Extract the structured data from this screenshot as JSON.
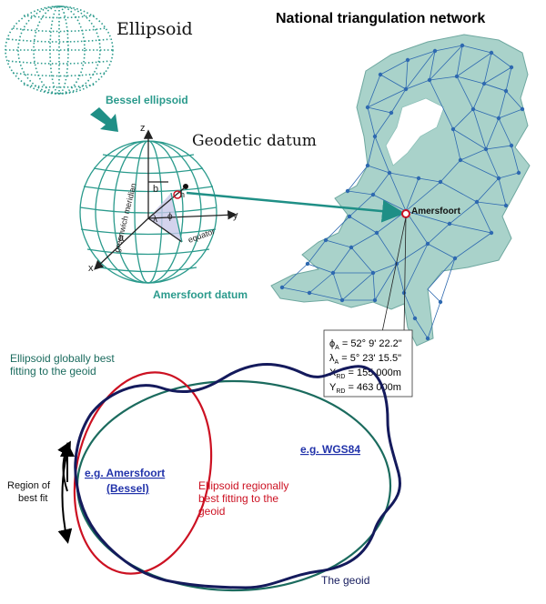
{
  "title": "National triangulation network",
  "labels": {
    "ellipsoid": "Ellipsoid",
    "bessel_ellipsoid": "Bessel ellipsoid",
    "geodetic_datum": "Geodetic datum",
    "amersfoort_datum": "Amersfoort datum",
    "amersfoort": "Amersfoort",
    "greenwich_meridian": "greenwich meridian",
    "equator": "equator",
    "axis_x": "x",
    "axis_y": "y",
    "axis_z": "z",
    "symbol_a": "a",
    "symbol_b": "b",
    "symbol_lambda": "λ",
    "symbol_phi": "ϕ",
    "symbol_h": "h"
  },
  "coordinates": {
    "phi_label": "ϕ",
    "phi_sub": "A",
    "phi_value": " = 52° 9' 22.2\"",
    "lambda_label": "λ",
    "lambda_sub": "A",
    "lambda_value": " = 5° 23' 15.5\"",
    "x_label": "X",
    "x_sub": "RD",
    "x_value": " = 155 000m",
    "y_label": "Y",
    "y_sub": "RD",
    "y_value": " = 463 000m"
  },
  "bottom": {
    "global_fit_line1": "Ellipsoid globally best",
    "global_fit_line2": "fitting to the geoid",
    "region_line1": "Region of",
    "region_line2": "best fit",
    "amersfoort_line1": "e.g. Amersfoort",
    "amersfoort_line2": "(Bessel)",
    "regional_line1": "Ellipsoid regionally",
    "regional_line2": "best fitting to the",
    "regional_line3": "geoid",
    "wgs84": "e.g. WGS84",
    "geoid": "The geoid"
  },
  "colors": {
    "teal": "#2a9a8c",
    "teal_dark": "#1b6b5e",
    "geoid_navy": "#141a5c",
    "regional_red": "#cc1122",
    "link_blue": "#2233aa",
    "map_fill": "#a9d2ca",
    "network_blue": "#2e69b0"
  }
}
